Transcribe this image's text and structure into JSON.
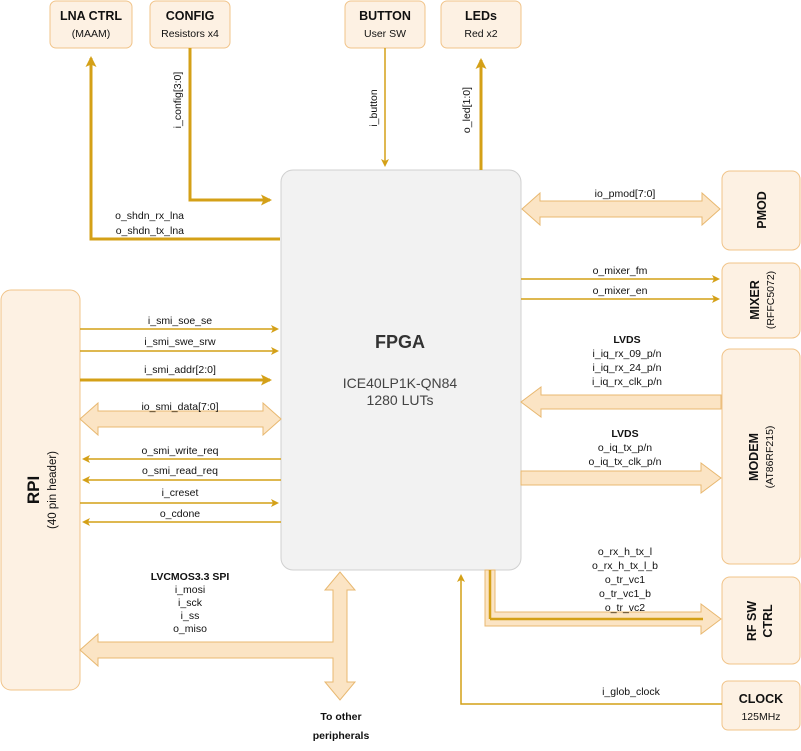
{
  "colors": {
    "box_fill": "#fdf1e3",
    "box_stroke": "#f1c48a",
    "fpga_fill": "#f2f2f2",
    "fpga_stroke": "#d0d0d0",
    "wire": "#d4a017",
    "bus_fill": "#fbe4c4",
    "bus_stroke": "#e8b870"
  },
  "blocks": {
    "lna": {
      "title": "LNA CTRL",
      "sub": "(MAAM)"
    },
    "config": {
      "title": "CONFIG",
      "sub": "Resistors x4"
    },
    "button": {
      "title": "BUTTON",
      "sub": "User SW"
    },
    "leds": {
      "title": "LEDs",
      "sub": "Red x2"
    },
    "pmod": {
      "title": "PMOD"
    },
    "mixer": {
      "title": "MIXER",
      "sub": "(RFFC5072)"
    },
    "modem": {
      "title": "MODEM",
      "sub": "(AT86RF215)"
    },
    "rfsw": {
      "title1": "RF SW",
      "title2": "CTRL"
    },
    "clock": {
      "title": "CLOCK",
      "sub": "125MHz"
    },
    "rpi": {
      "title": "RPI",
      "sub": "(40 pin header)"
    },
    "fpga": {
      "title": "FPGA",
      "part": "ICE40LP1K-QN84",
      "luts": "1280 LUTs"
    }
  },
  "signals": {
    "i_config": "i_config[3:0]",
    "i_button": "i_button",
    "o_led": "o_led[1:0]",
    "o_shdn_rx_lna": "o_shdn_rx_lna",
    "o_shdn_tx_lna": "o_shdn_tx_lna",
    "io_pmod": "io_pmod[7:0]",
    "o_mixer_fm": "o_mixer_fm",
    "o_mixer_en": "o_mixer_en",
    "rx_lvds": "LVDS",
    "rx": [
      "i_iq_rx_09_p/n",
      "i_iq_rx_24_p/n",
      "i_iq_rx_clk_p/n"
    ],
    "tx_lvds": "LVDS",
    "tx": [
      "o_iq_tx_p/n",
      "o_iq_tx_clk_p/n"
    ],
    "rf": [
      "o_rx_h_tx_l",
      "o_rx_h_tx_l_b",
      "o_tr_vc1",
      "o_tr_vc1_b",
      "o_tr_vc2"
    ],
    "i_glob_clock": "i_glob_clock",
    "smi": [
      "i_smi_soe_se",
      "i_smi_swe_srw",
      "i_smi_addr[2:0]",
      "io_smi_data[7:0]",
      "o_smi_write_req",
      "o_smi_read_req",
      "i_creset",
      "o_cdone"
    ],
    "spi_title": "LVCMOS3.3 SPI",
    "spi": [
      "i_mosi",
      "i_sck",
      "i_ss",
      "o_miso"
    ],
    "other1": "To other",
    "other2": "peripherals"
  }
}
